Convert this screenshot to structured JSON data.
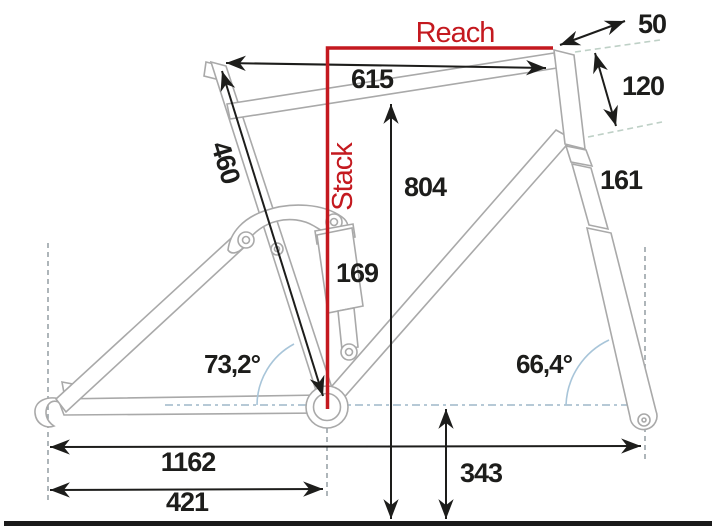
{
  "diagram": {
    "reach_label": "Reach",
    "stack_label": "Stack",
    "measurements": {
      "top_tube_effective": "615",
      "seat_tube_length": "460",
      "standover_height": "804",
      "shock_length": "169",
      "seat_tube_angle": "73,2°",
      "head_tube_angle": "66,4°",
      "head_tube_length": "120",
      "stem_length": "50",
      "fork_travel": "161",
      "wheelbase": "1162",
      "chainstay_length": "421",
      "bb_height": "343"
    },
    "colors": {
      "accent_red": "#c4191f",
      "frame_gray": "#a9a9a9",
      "dimension_black": "#1d1d1b",
      "arc_blue": "#a8c5d9",
      "dash_blue": "#9db7c9",
      "dash_gray": "#9aa3a8",
      "dash_sage": "#bed0c6",
      "ground_black": "#1a1a1a"
    }
  }
}
